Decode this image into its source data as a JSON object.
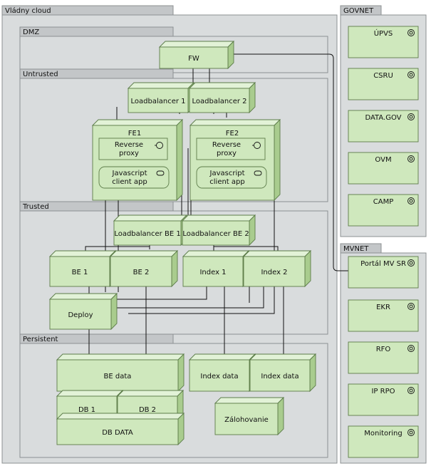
{
  "groups": [
    {
      "id": "vladny",
      "label": "Vládny cloud"
    },
    {
      "id": "dmz",
      "label": "DMZ"
    },
    {
      "id": "untrusted",
      "label": "Untrusted"
    },
    {
      "id": "trusted",
      "label": "Trusted"
    },
    {
      "id": "persistent",
      "label": "Persistent"
    },
    {
      "id": "govnet",
      "label": "GOVNET"
    },
    {
      "id": "mvnet",
      "label": "MVNET"
    }
  ],
  "nodes": [
    {
      "id": "fw",
      "label": "FW"
    },
    {
      "id": "lb1",
      "label": "Loadbalancer 1"
    },
    {
      "id": "lb2",
      "label": "Loadbalancer 2"
    },
    {
      "id": "fe1",
      "label": "FE1"
    },
    {
      "id": "fe2",
      "label": "FE2"
    },
    {
      "id": "lbbe1",
      "label": "Loadbalancer BE 1"
    },
    {
      "id": "lbbe2",
      "label": "Loadbalancer BE 2"
    },
    {
      "id": "be1",
      "label": "BE 1"
    },
    {
      "id": "be2",
      "label": "BE 2"
    },
    {
      "id": "idx1",
      "label": "Index 1"
    },
    {
      "id": "idx2",
      "label": "Index 2"
    },
    {
      "id": "deploy",
      "label": "Deploy"
    },
    {
      "id": "bedata",
      "label": "BE data"
    },
    {
      "id": "idxdata1",
      "label": "Index data"
    },
    {
      "id": "idxdata2",
      "label": "Index data"
    },
    {
      "id": "db1",
      "label": "DB 1"
    },
    {
      "id": "db2",
      "label": "DB 2"
    },
    {
      "id": "dbdata",
      "label": "DB DATA"
    },
    {
      "id": "zaloh",
      "label": "Zálohovanie"
    }
  ],
  "components": [
    {
      "id": "rp1",
      "label": [
        "Reverse",
        "proxy"
      ]
    },
    {
      "id": "rp2",
      "label": [
        "Reverse",
        "proxy"
      ]
    }
  ],
  "apps": [
    {
      "id": "js1",
      "label": [
        "Javascript",
        "client app"
      ]
    },
    {
      "id": "js2",
      "label": [
        "Javascript",
        "client app"
      ]
    }
  ],
  "services": [
    {
      "id": "upvs",
      "label": "ÚPVS"
    },
    {
      "id": "csru",
      "label": "CSRU"
    },
    {
      "id": "datagov",
      "label": "DATA.GOV"
    },
    {
      "id": "ovm",
      "label": "OVM"
    },
    {
      "id": "camp",
      "label": "CAMP"
    },
    {
      "id": "portal",
      "label": "Portál MV SR"
    },
    {
      "id": "ekr",
      "label": "EKR"
    },
    {
      "id": "rfo",
      "label": "RFO"
    },
    {
      "id": "iprpo",
      "label": "IP RPO"
    },
    {
      "id": "monitoring",
      "label": "Monitoring"
    }
  ],
  "colors": {
    "node_fill": "#cfe8bd",
    "node_top": "#e2f2d7",
    "node_side": "#a9cc8e",
    "group_fill": "#d9dcdd",
    "group_tab": "#c3c6c8"
  }
}
